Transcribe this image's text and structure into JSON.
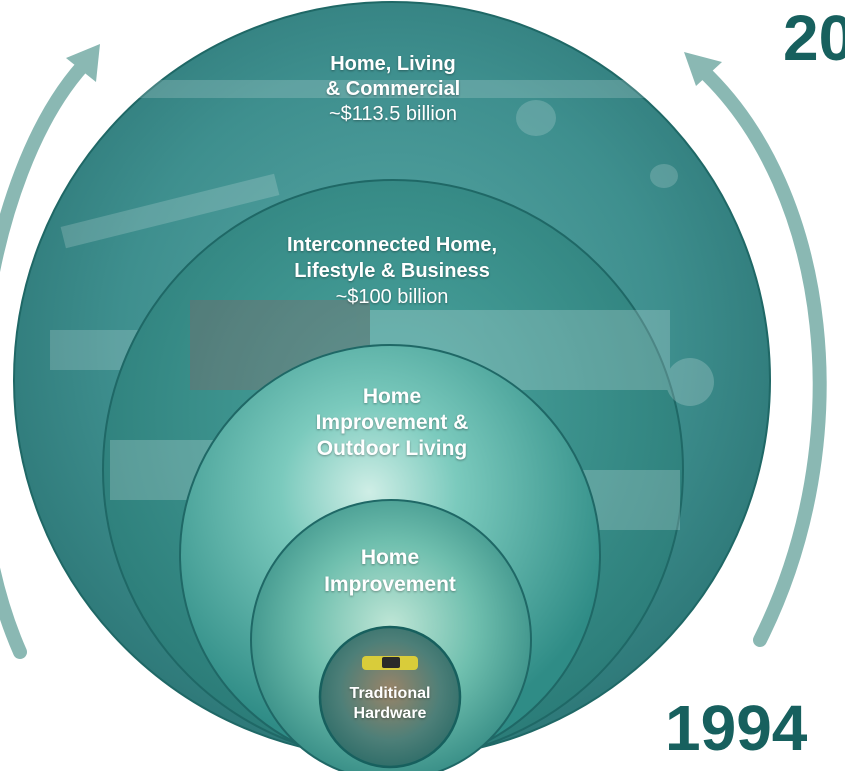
{
  "years": {
    "top": "20",
    "bottom": "1994"
  },
  "rings": [
    {
      "title_lines": [
        "Home, Living",
        "& Commercial"
      ],
      "value": "~$113.5 billion"
    },
    {
      "title_lines": [
        "Interconnected Home,",
        "Lifestyle & Business"
      ],
      "value": "~$100 billion"
    },
    {
      "title_lines": [
        "Home",
        "Improvement &",
        "Outdoor Living"
      ],
      "value": ""
    },
    {
      "title_lines": [
        "Home",
        "Improvement"
      ],
      "value": ""
    },
    {
      "title_lines": [
        "Traditional",
        "Hardware"
      ],
      "value": ""
    }
  ],
  "colors": {
    "teal_dark": "#17605e",
    "teal_mid": "#2e8f8a",
    "teal_light": "#6fc7bb",
    "arrow": "#8ab8b3"
  }
}
